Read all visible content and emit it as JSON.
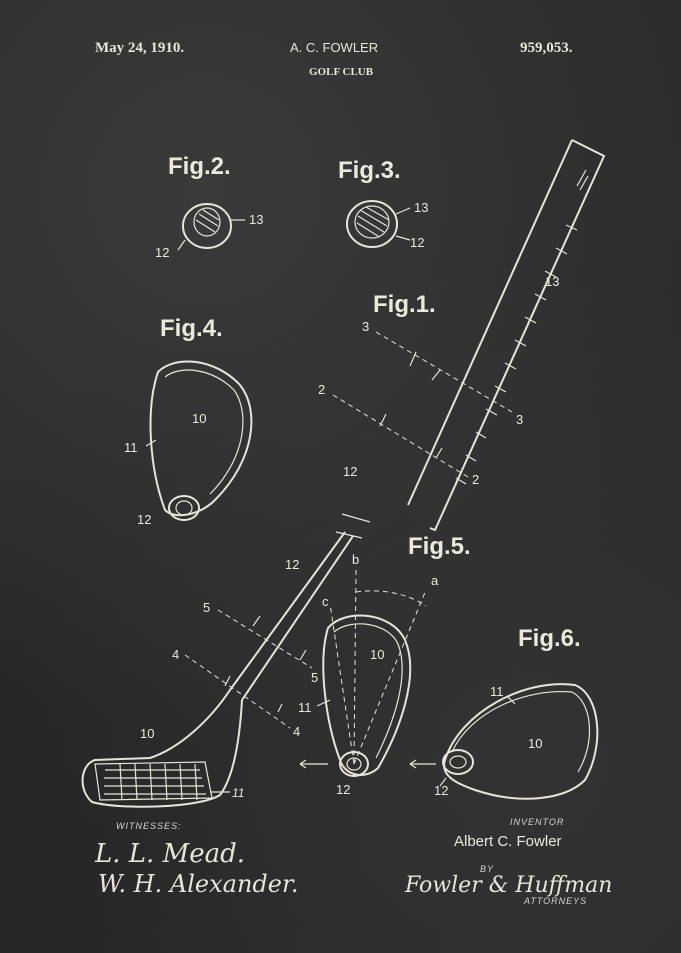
{
  "header": {
    "date": "May 24, 1910.",
    "inventor_name": "A. C. FOWLER",
    "patent_number": "959,053.",
    "subject": "GOLF CLUB"
  },
  "figures": {
    "fig1": "Fig.1.",
    "fig2": "Fig.2.",
    "fig3": "Fig.3.",
    "fig4": "Fig.4.",
    "fig5": "Fig.5.",
    "fig6": "Fig.6."
  },
  "labels": {
    "n2": "2",
    "n3": "3",
    "n4": "4",
    "n5": "5",
    "n10": "10",
    "n11": "11",
    "n12": "12",
    "n13": "13",
    "la": "a",
    "lb": "b",
    "lc": "c"
  },
  "footer": {
    "witnesses_caption": "WITNESSES:",
    "witness1": "L. L. Mead.",
    "witness2": "W. H. Alexander.",
    "inventor_caption": "INVENTOR",
    "inventor_full": "Albert C. Fowler",
    "by_caption": "BY",
    "attorney_sig": "Fowler & Huffman",
    "attorneys_caption": "ATTORNEYS"
  }
}
